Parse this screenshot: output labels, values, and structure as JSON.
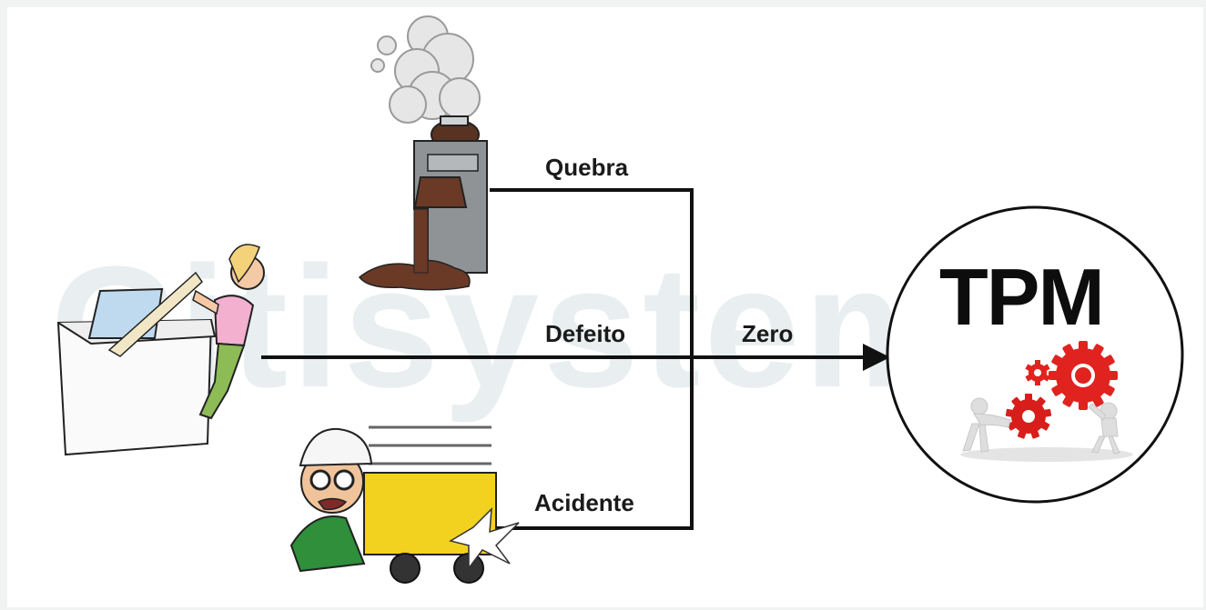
{
  "labels": {
    "quebra": "Quebra",
    "defeito": "Defeito",
    "zero": "Zero",
    "acidente": "Acidente"
  },
  "tpm": {
    "title": "TPM"
  },
  "watermark": {
    "text": "Citisystems"
  },
  "colors": {
    "line": "#111111",
    "gear": "#e0231f",
    "watermark": "#9fb9bd",
    "circle_border": "#111111"
  },
  "illustrations": {
    "coffee_machine": "smoking-coffee-maker-illustration",
    "washing_machine": "woman-stuck-in-washing-machine-illustration",
    "worker": "injured-worker-with-scissor-lift-illustration",
    "teamwork_gears": "people-pushing-red-gears-icon"
  }
}
